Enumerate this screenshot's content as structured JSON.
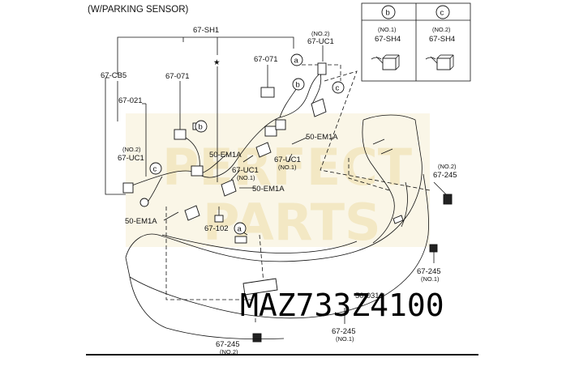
{
  "title": "(W/PARKING SENSOR)",
  "part_number": "MAZ733Z4100",
  "watermark": {
    "line1": "PERFECT",
    "line2": "PARTS"
  },
  "inset": {
    "cells": [
      {
        "letter": "b",
        "sub": "(NO.1)",
        "code": "67-SH4"
      },
      {
        "letter": "c",
        "sub": "(NO.2)",
        "code": "67-SH4"
      }
    ]
  },
  "callouts": {
    "sh1": "67-SH1",
    "star": "★",
    "cb5": "67-CB5",
    "l071a": "67-071",
    "l071b": "67-071",
    "l021": "67-021",
    "uc1_top_sub": "(NO.2)",
    "uc1_top": "67-UC1",
    "uc1_left_sub": "(NO.2)",
    "uc1_left": "67-UC1",
    "uc1_mid": "67-UC1",
    "uc1_mid_sub": "(NO.1)",
    "uc1_right": "67-UC1",
    "uc1_right_sub": "(NO.1)",
    "em1a_1": "50-EM1A",
    "em1a_2": "50-EM1A",
    "em1a_3": "50-EM1A",
    "em1a_4": "50-EM1A",
    "l102": "67-102",
    "a_top": "a",
    "a_bottom": "a",
    "b_circ1": "b",
    "b_circ2": "b",
    "c_circ1": "c",
    "c_circ2": "c",
    "l245_right_sub": "(NO.2)",
    "l245_right": "67-245",
    "l245_rb": "67-245",
    "l245_rb_sub": "(NO.1)",
    "l245_bl": "67-245",
    "l245_bl_sub": "(NO.2)",
    "l245_bm": "67-245",
    "l245_bm_sub": "(NO.1)",
    "l031j": "50-031J"
  }
}
